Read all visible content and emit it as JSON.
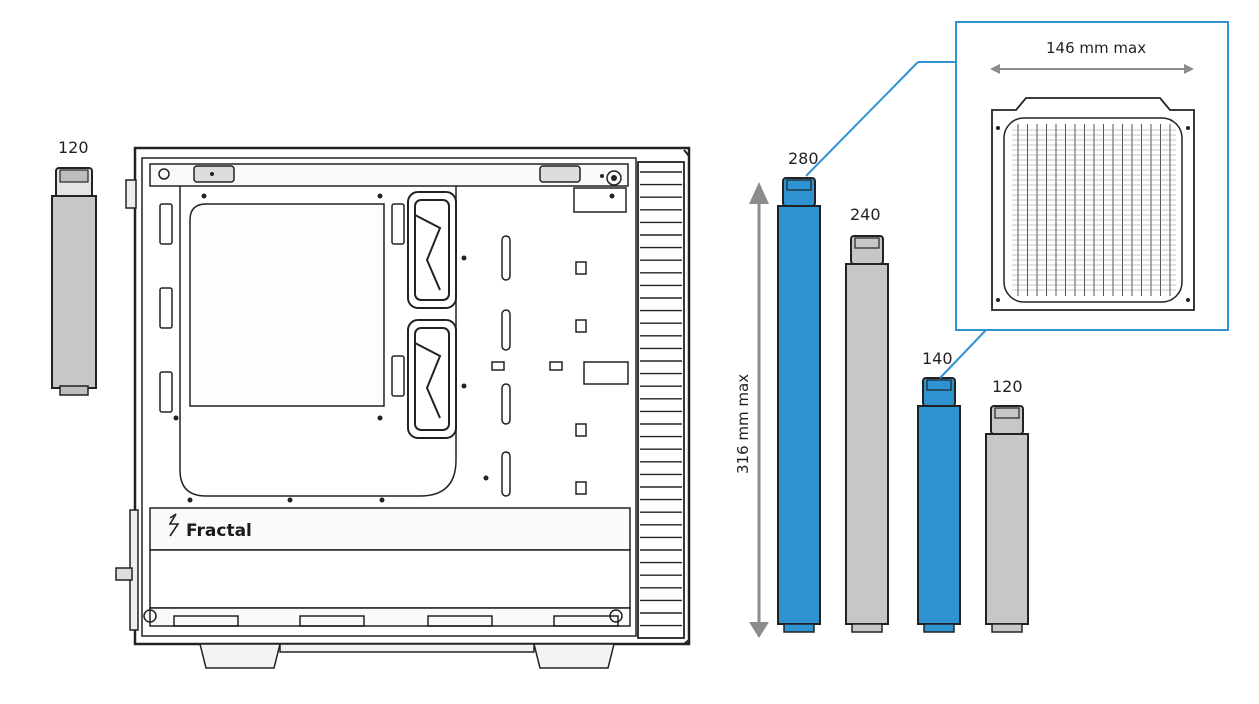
{
  "labels": {
    "loose_radiator": "120",
    "radiators": [
      {
        "size": "280",
        "highlight": true
      },
      {
        "size": "240",
        "highlight": false
      },
      {
        "size": "140",
        "highlight": true
      },
      {
        "size": "120",
        "highlight": false
      }
    ],
    "height_dimension": "316 mm max",
    "width_dimension": "146 mm max",
    "brand": "Fractal"
  },
  "colors": {
    "highlight_blue": "#2f93d1",
    "radiator_gray": "#c7c7c7",
    "outline": "#222222",
    "callout_line": "#2f93d1",
    "dimension_arrow": "#8c8c8c"
  },
  "icons": [
    "fractal-logo-icon",
    "radiator-fin-grid"
  ]
}
